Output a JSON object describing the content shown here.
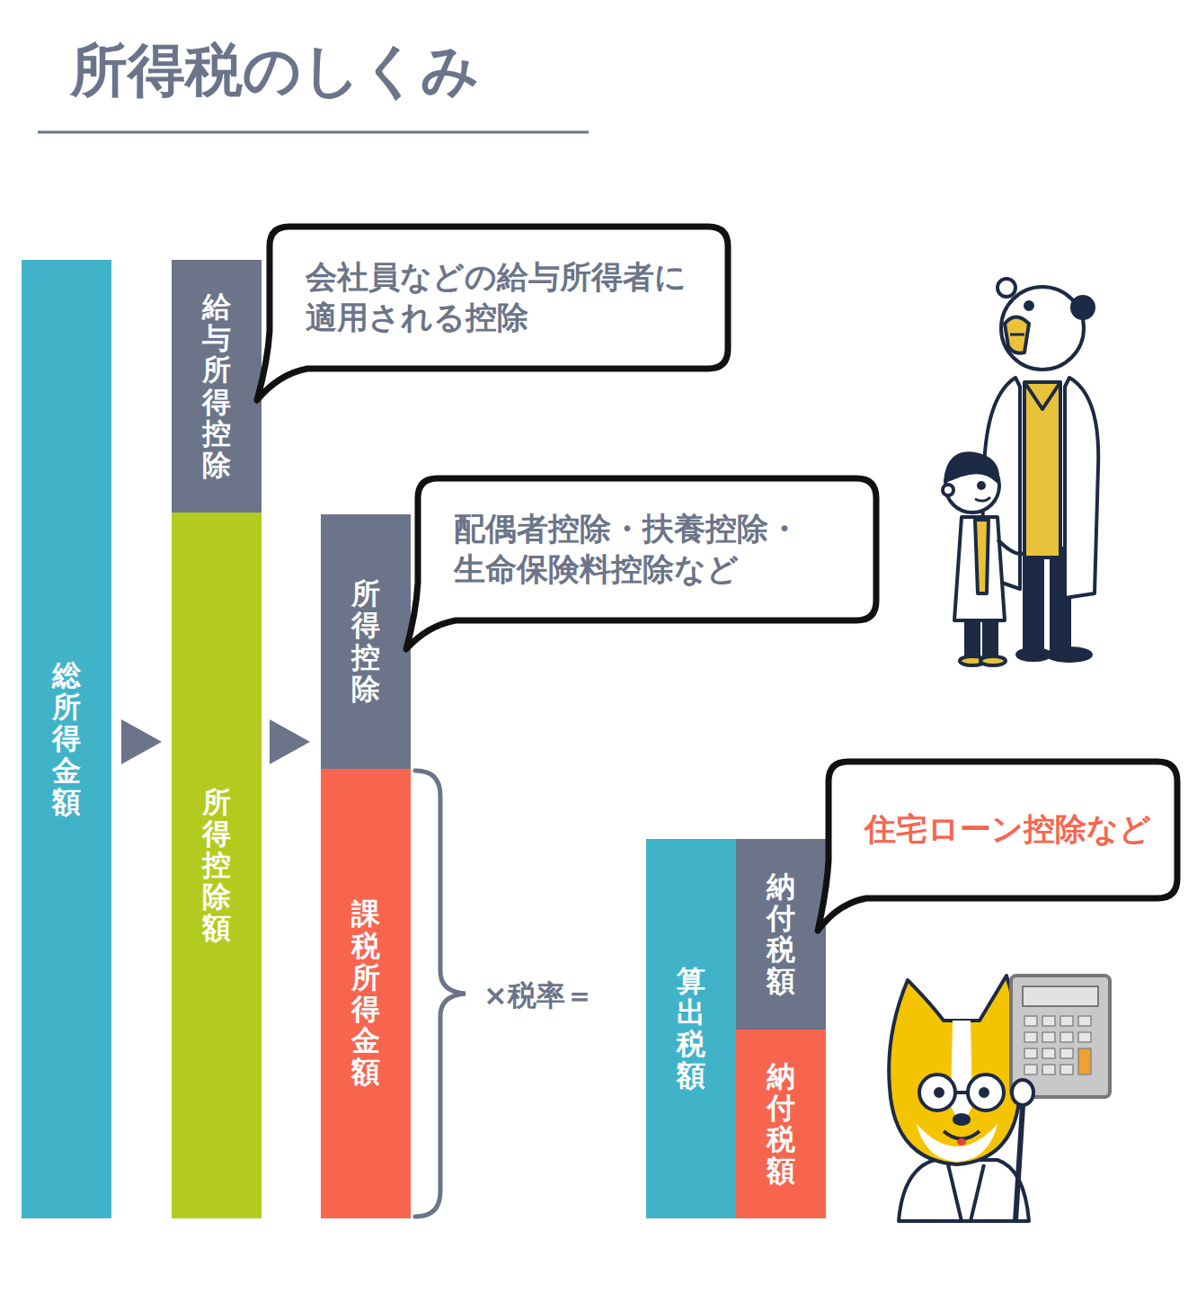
{
  "diagram": {
    "title": "所得税のしくみ",
    "nodes": [
      {
        "text": [
          "総所得金額"
        ]
      },
      {
        "text": [
          "給与所得控除"
        ]
      },
      {
        "text": [
          "所得控除額"
        ]
      },
      {
        "text": [
          "会社員などの給与所得者に 適用される控除"
        ]
      },
      {
        "text": [
          "所得控除"
        ]
      },
      {
        "text": [
          "課税所得金額"
        ]
      },
      {
        "text": [
          "配偶者控除・扶養控除・ 生命保険料控除など"
        ]
      },
      {
        "text": [
          "算出税額"
        ]
      },
      {
        "text": [
          "納付税額"
        ]
      },
      {
        "text": [
          "納付税額"
        ]
      },
      {
        "text": [
          "住宅ローン控除など"
        ]
      }
    ],
    "labels": [
      "×税率＝"
    ]
  }
}
